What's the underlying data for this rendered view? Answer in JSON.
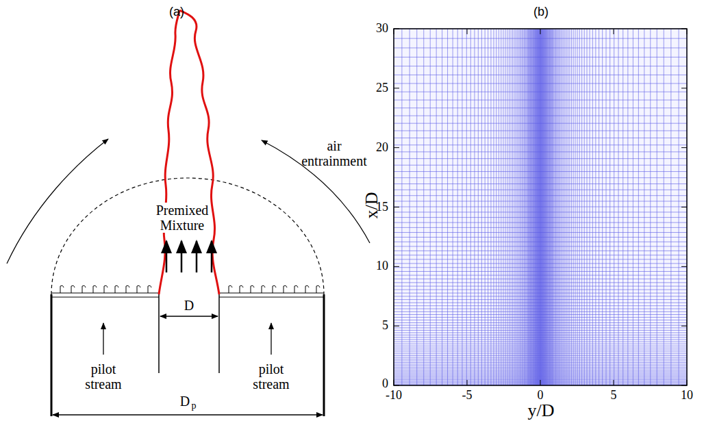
{
  "diagram": {
    "labels": [
      "(a)",
      "(b)",
      "air entrainment",
      "Premixed Mixture",
      "D",
      "pilot stream",
      "pilot stream",
      "D",
      "p",
      "30",
      "25",
      "20",
      "15",
      "10",
      "5",
      "0",
      "-10",
      "-5",
      "0",
      "5",
      "10",
      "x/D",
      "y/D"
    ]
  }
}
